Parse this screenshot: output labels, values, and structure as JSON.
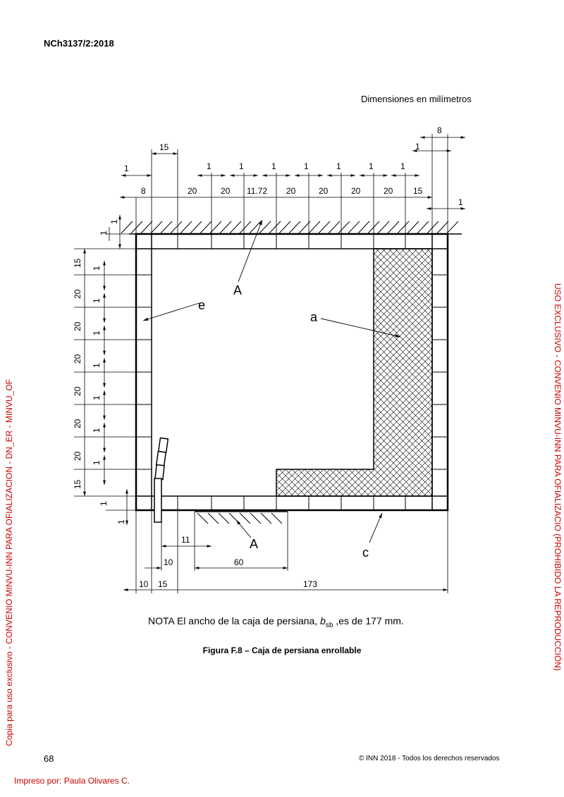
{
  "header": {
    "doc_code": "NCh3137/2:2018"
  },
  "dims_note": "Dimensiones en milímetros",
  "figure": {
    "labels": {
      "a": "a",
      "c": "c",
      "e": "e",
      "A_top": "A",
      "A_bottom": "A"
    },
    "top_dims": [
      "8",
      "20",
      "20",
      "11.72",
      "20",
      "20",
      "20",
      "20",
      "15"
    ],
    "top_small": [
      "1",
      "1",
      "1",
      "1",
      "1",
      "1",
      "1",
      "1"
    ],
    "top_15": "15",
    "top_right_8": "8",
    "top_right_1a": "1",
    "top_right_1b": "1",
    "left_1_upper": "1",
    "left_1_top": "1",
    "left_dims": [
      "15",
      "20",
      "20",
      "20",
      "20",
      "20",
      "20",
      "15"
    ],
    "left_small": [
      "1",
      "1",
      "1",
      "1",
      "1",
      "1",
      "1"
    ],
    "left_1_bottom_a": "1",
    "left_1_bottom_b": "1",
    "bottom_11": "11",
    "bottom_10a": "10",
    "bottom_60": "60",
    "bottom_10b": "10",
    "bottom_15": "15",
    "bottom_173": "173"
  },
  "note": {
    "prefix": "NOTA  El ancho de la caja de persiana, ",
    "symbol": "b",
    "subscript": "sb",
    "suffix": " ,es de 177 mm."
  },
  "caption": "Figura F.8 – Caja de persiana enrollable",
  "footer": {
    "page_number": "68",
    "copyright": "© INN 2018 - Todos los derechos reservados",
    "printed_by": "Impreso por: Paula Olivares C."
  },
  "watermark": {
    "right": "USO EXCLUSIVO - CONVENIO MINVU-INN PARA OFIALIZACIO  (PROHIBIDO LA REPRODUCCIÓN)",
    "left": "Copia para uso exclusivo - CONVENIO MINVU-INN PARA OFIALIZACION - DN_ER - MINVU_OF"
  }
}
